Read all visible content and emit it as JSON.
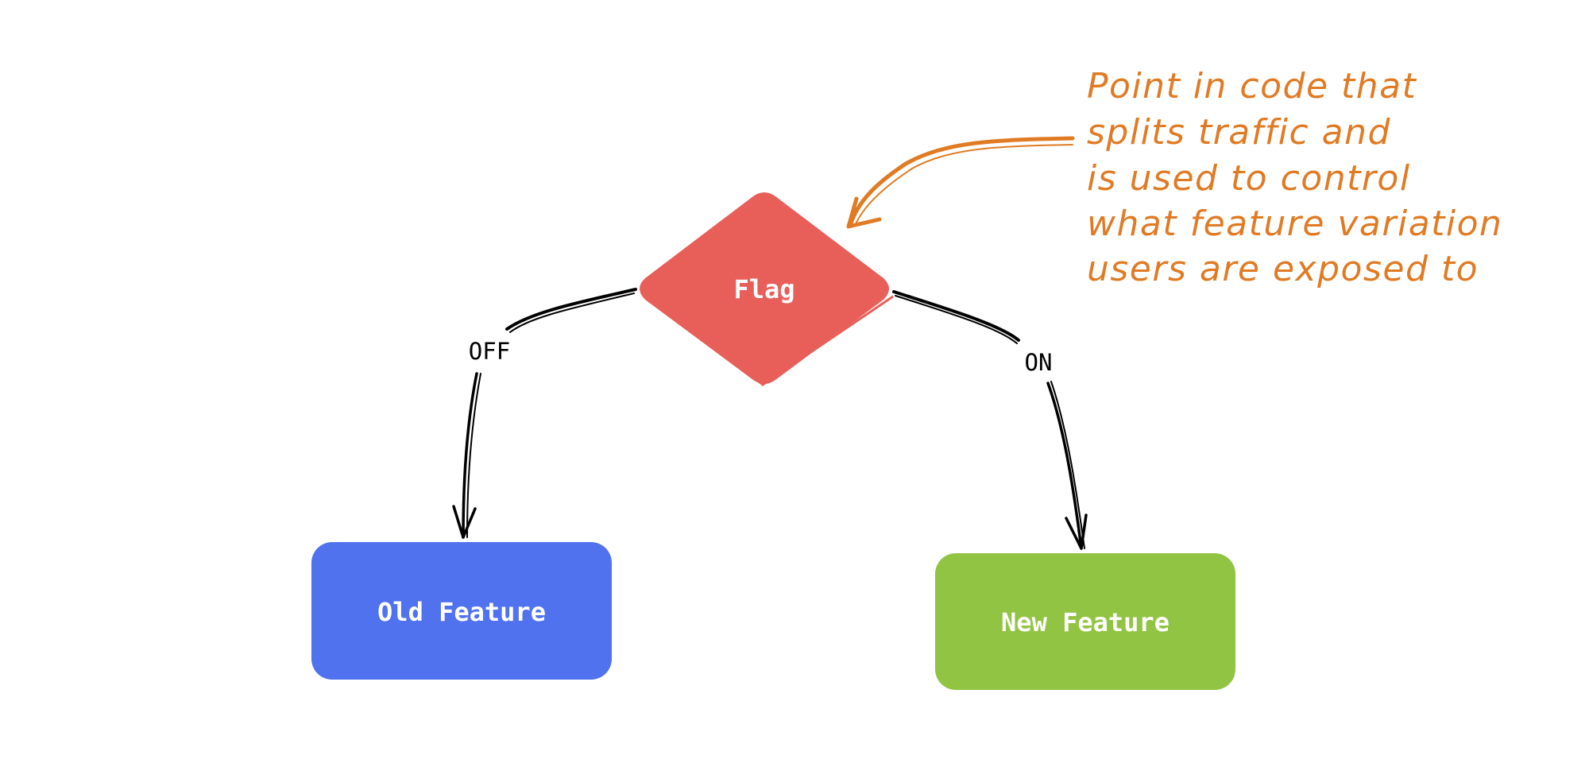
{
  "nodes": {
    "flag": {
      "label": "Flag",
      "color": "#e85f5a",
      "outline": "#e85f5a"
    },
    "old_feature": {
      "label": "Old Feature",
      "color": "#5072ee"
    },
    "new_feature": {
      "label": "New Feature",
      "color": "#92c444"
    }
  },
  "edges": {
    "off": {
      "label": "OFF"
    },
    "on": {
      "label": "ON"
    }
  },
  "annotation": {
    "color": "#e07b24",
    "lines": [
      "Point in code that",
      "splits traffic and",
      "is used to control",
      "what feature variation",
      "users are exposed to"
    ]
  }
}
